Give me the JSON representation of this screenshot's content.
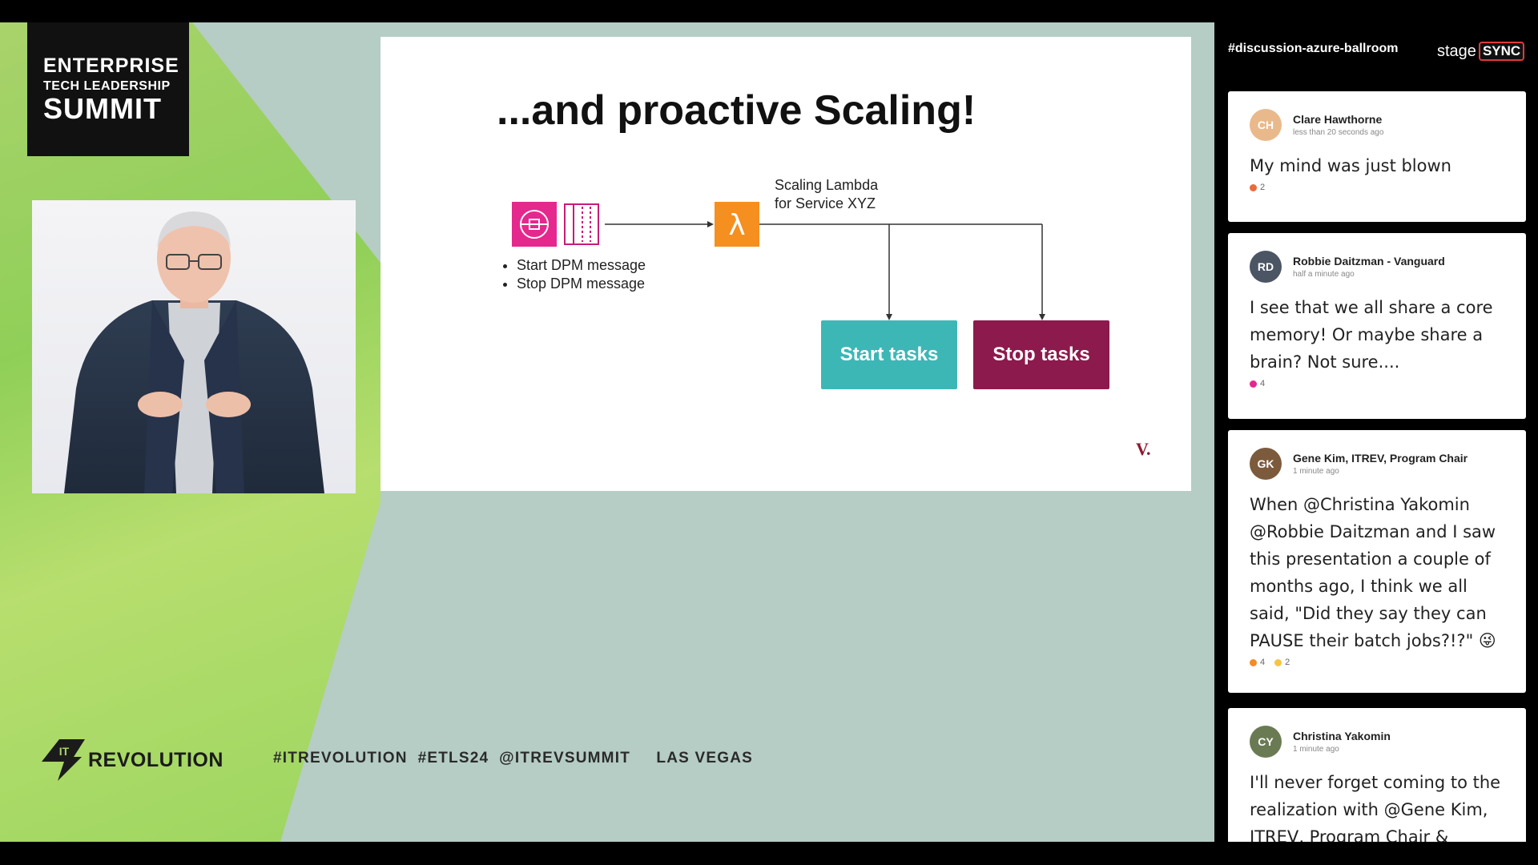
{
  "summit_logo": {
    "line1": "ENTERPRISE",
    "line2": "TECH LEADERSHIP",
    "line3": "SUMMIT"
  },
  "slide": {
    "title": "...and proactive Scaling!",
    "lambda_label_line1": "Scaling Lambda",
    "lambda_label_line2": "for Service XYZ",
    "bullets": [
      "Start DPM message",
      "Stop DPM message"
    ],
    "start_button": "Start tasks",
    "stop_button": "Stop tasks",
    "corner_logo": "V."
  },
  "footer": {
    "brand_it": "IT",
    "brand_revolution": "REVOLUTION",
    "hashtags": "#ITREVOLUTION  #ETLS24  @ITREVSUMMIT     LAS VEGAS"
  },
  "sidebar": {
    "channel": "#discussion-azure-ballroom",
    "brand_stage": "stage",
    "brand_sync": "SYNC",
    "messages": [
      {
        "name": "Clare Hawthorne",
        "time": "less than 20 seconds ago",
        "text": "My mind was just blown",
        "reactions": [
          "2"
        ],
        "avatar_color": "#e9b98c"
      },
      {
        "name": "Robbie Daitzman - Vanguard",
        "time": "half a minute ago",
        "text": "I see that we all share a core memory! Or maybe share a brain? Not sure....",
        "reactions": [
          "4"
        ],
        "avatar_color": "#4b5563"
      },
      {
        "name": "Gene Kim, ITREV, Program Chair",
        "time": "1 minute ago",
        "text": "When @Christina Yakomin @Robbie Daitzman and I saw this presentation a couple of months ago, I think we all said, \"Did they say they can PAUSE their batch jobs?!?\" 😜",
        "reactions": [
          "4",
          "2"
        ],
        "avatar_color": "#7c5a3c"
      },
      {
        "name": "Christina Yakomin",
        "time": "1 minute ago",
        "text": "I'll never forget coming to the realization with @Gene Kim, ITREV, Program Chair &",
        "reactions": [],
        "avatar_color": "#6a7b54"
      }
    ]
  },
  "colors": {
    "start_tasks": "#3db7b5",
    "stop_tasks": "#8c1a4c",
    "sqs_pink": "#e5288d",
    "lambda_orange": "#f58f1f",
    "sync_red": "#e23a3a"
  }
}
